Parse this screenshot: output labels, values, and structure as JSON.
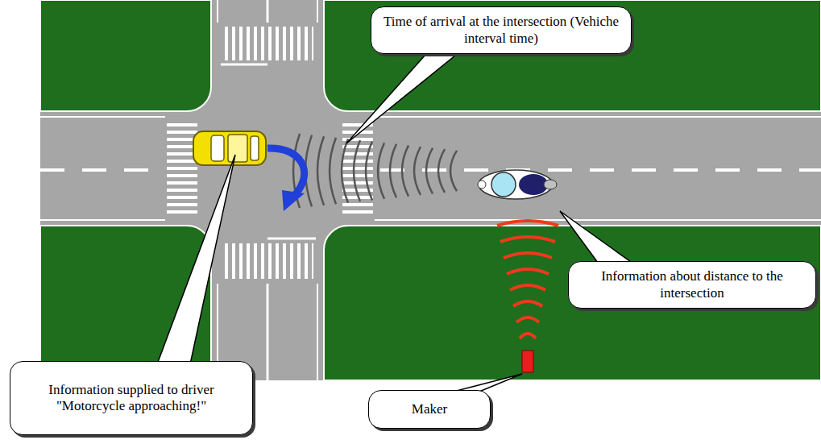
{
  "diagram": {
    "nodes": [
      {
        "text": [
          "Time of arrival at the intersection (Vehiche interval time)"
        ]
      },
      {
        "text": [
          "Information about distance to the intersection"
        ]
      },
      {
        "text": [
          "Information supplied to driver \"Motorcycle approaching!\""
        ]
      },
      {
        "text": [
          "Maker"
        ]
      }
    ]
  }
}
